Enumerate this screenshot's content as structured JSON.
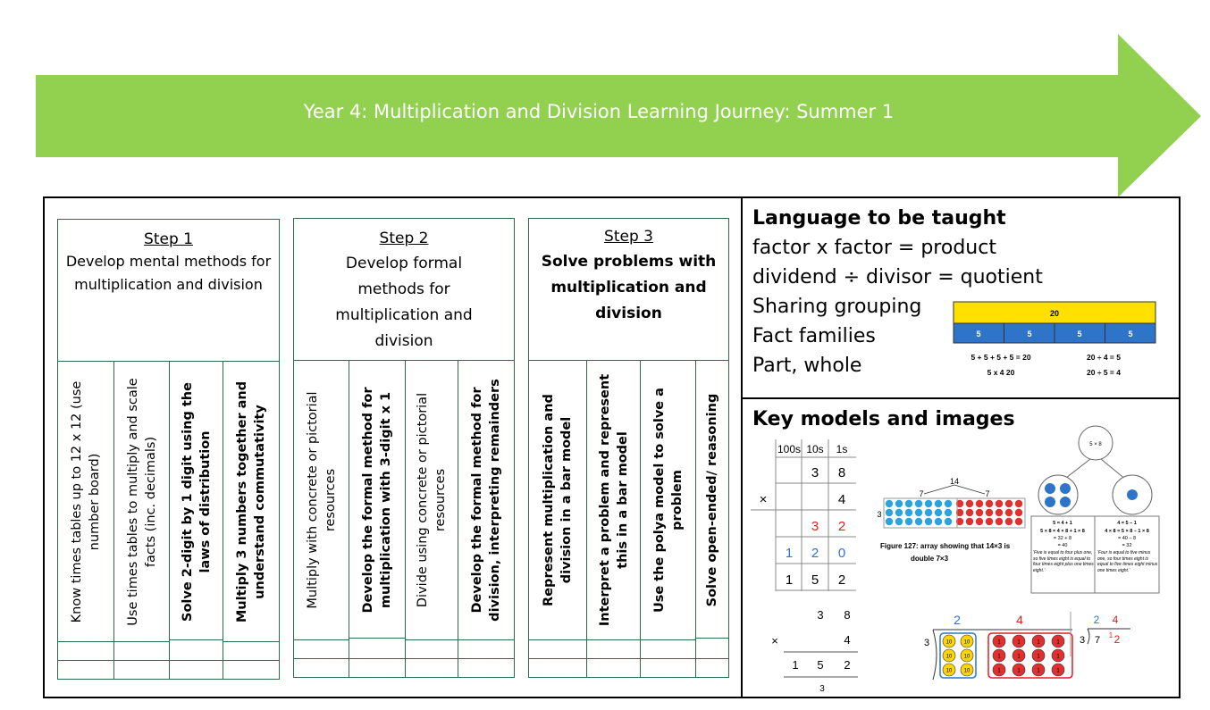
{
  "banner": {
    "title": "Year 4: Multiplication and Division Learning Journey: Summer 1",
    "color": "#92d050"
  },
  "steps": [
    {
      "title": "Step 1",
      "desc": "Develop mental methods for multiplication and division",
      "cols": [
        "Know times tables up to 12 x 12 (use number board)",
        "Use times tables to multiply and scale facts (inc. decimals)",
        "Solve 2-digit by 1 digit using the laws of distribution",
        "Multiply 3 numbers together and understand commutativity"
      ]
    },
    {
      "title": "Step 2",
      "desc": "Develop formal methods for multiplication and division",
      "cols": [
        "Multiply with concrete or pictorial resources",
        "Develop the formal method for multiplication with 3-digit x 1",
        "Divide using concrete or pictorial resources",
        "Develop the formal method for division, interpreting remainders"
      ]
    },
    {
      "title": "Step 3",
      "desc": "Solve problems with multiplication and division",
      "cols": [
        "Represent multiplication and division in a bar model",
        "Interpret a problem and represent this in a bar model",
        "Use the polya model to solve a problem",
        "Solve open-ended/ reasoning"
      ]
    }
  ],
  "language": {
    "heading": "Language to be taught",
    "lines": [
      "factor x factor = product",
      "dividend ÷ divisor = quotient",
      "Sharing grouping",
      "Fact families",
      "Part, whole"
    ]
  },
  "bar_model": {
    "whole": "20",
    "parts": [
      "5",
      "5",
      "5",
      "5"
    ],
    "eq1": "5 + 5 + 5 + 5 = 20",
    "eq2": "5 x 4 20",
    "eq3": "20 ÷ 4 = 5",
    "eq4": "20 ÷ 5 = 4",
    "top_color": "#ffe000",
    "part_color": "#2e75c9"
  },
  "key_models": {
    "heading": "Key models and images",
    "place_value": {
      "headers": [
        "100s",
        "10s",
        "1s"
      ],
      "row1": [
        "",
        "3",
        "8"
      ],
      "times": "×",
      "row2": [
        "",
        "",
        "4"
      ],
      "row3": [
        "",
        "3",
        "2"
      ],
      "row4": [
        "1",
        "2",
        "0"
      ],
      "row5": [
        "1",
        "5",
        "2"
      ]
    },
    "column_mult": {
      "a": [
        "3",
        "8"
      ],
      "times": "×",
      "b": "4",
      "result": [
        "1",
        "5",
        "2"
      ],
      "carry": "3"
    },
    "array": {
      "total": "14",
      "left": "7",
      "right": "7",
      "rows": "3",
      "caption1": "Figure 127: array showing that  14×3  is",
      "caption2": "double  7×3"
    },
    "part_whole": {
      "top": "5 × 8",
      "left_calc": [
        "5 = 4 + 1",
        "5 × 8 = 4 × 8 + 1 × 8",
        "= 32 + 8",
        "= 40"
      ],
      "right_calc": [
        "4 = 5 – 1",
        "4 × 8 = 5 × 8 – 1 × 8",
        "= 40 – 8",
        "= 32"
      ],
      "left_note": "'Five is equal to four plus one, so five times eight is equal to four times eight plus one times eight.'",
      "right_note": "'Four is equal to five minus one, so four times eight is equal to five times eight minus one times eight.'"
    },
    "division_counters": {
      "divisor": "3",
      "q1": "2",
      "q2": "4",
      "tens_label": "10",
      "ones_label": "1"
    },
    "short_division": {
      "divisor": "3",
      "dividend1": "7",
      "carry": "1",
      "dividend2": "2",
      "q1": "2",
      "q2": "4"
    }
  }
}
